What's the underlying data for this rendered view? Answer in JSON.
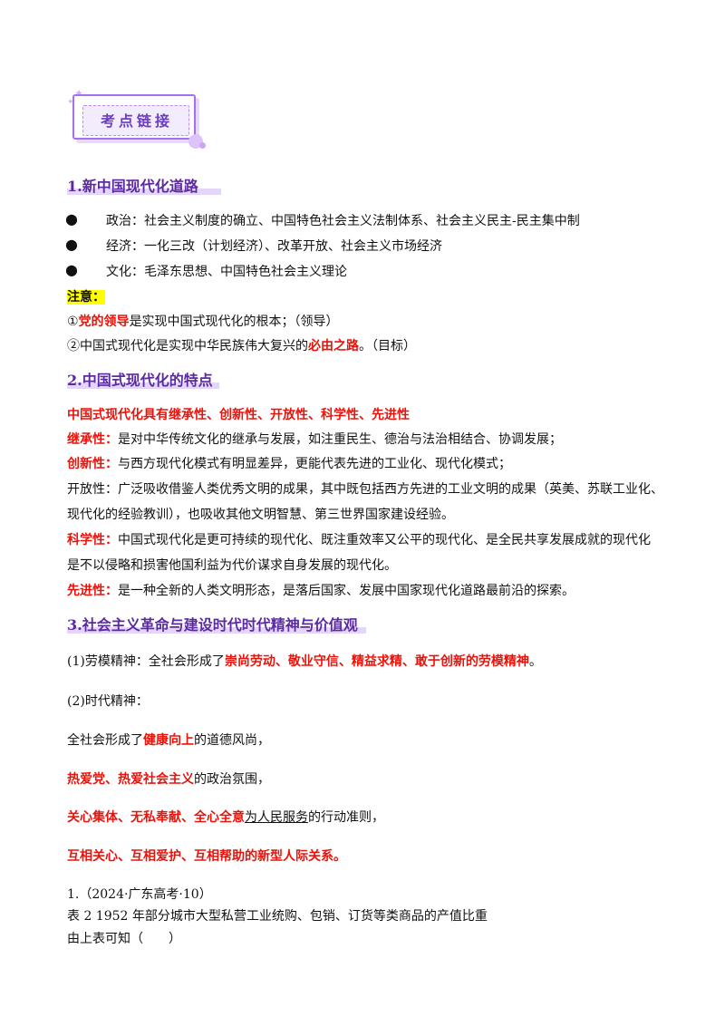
{
  "banner": {
    "title": "考点链接"
  },
  "section1": {
    "heading": "1.新中国现代化道路",
    "bullets": [
      "政治：社会主义制度的确立、中国特色社会主义法制体系、社会主义民主-民主集中制",
      "经济：一化三改（计划经济）、改革开放、社会主义市场经济",
      "文化：毛泽东思想、中国特色社会主义理论"
    ],
    "note_label": "注意：",
    "note1_pre": "①",
    "note1_red": "党的领导",
    "note1_post": "是实现中国式现代化的根本；（领导）",
    "note2_pre": "②中国式现代化是实现中华民族伟大复兴的",
    "note2_red": "必由之路",
    "note2_post": "。（目标）"
  },
  "section2": {
    "heading": "2.中国式现代化的特点",
    "summary": "中国式现代化具有继承性、创新性、开放性、科学性、先进性",
    "inherit_label": "继承性：",
    "inherit_text": "是对中华传统文化的继承与发展，如注重民生、德治与法治相结合、协调发展；",
    "innov_label": "创新性：",
    "innov_text": "与西方现代化模式有明显差异，更能代表先进的工业化、现代化模式；",
    "open_text1": "开放性：广泛吸收借鉴人类优秀文明的成果，其中既包括西方先进的工业文明的成果（英美、苏联工业化、",
    "open_text2": "现代化的经验教训），也吸收其他文明智慧、第三世界国家建设经验。",
    "sci_label": "科学性：",
    "sci_text1": "中国式现代化是更可持续的现代化、既注重效率又公平的现代化、是全民共享发展成就的现代化",
    "sci_text2": "是不以侵略和损害他国利益为代价谋求自身发展的现代化。",
    "adv_label": "先进性：",
    "adv_text": "是一种全新的人类文明形态，是落后国家、发展中国家现代化道路最前沿的探索。"
  },
  "section3": {
    "heading": "3.社会主义革命与建设时代时代精神与价值观",
    "labor_pre": "(1)劳模精神：全社会形成了",
    "labor_red": "崇尚劳动、敬业守信、精益求精、敢于创新的劳模精神",
    "labor_post": "。",
    "era_label": "(2)时代精神：",
    "era1_pre": "全社会形成了",
    "era1_red": "健康向上",
    "era1_post": "的道德风尚，",
    "era2_red": "热爱党、热爱社会主义",
    "era2_post": "的政治氛围，",
    "era3_red": "关心集体、无私奉献、全心全意",
    "era3_ul": "为人民服务",
    "era3_post": "的行动准则，",
    "era4_red": "互相关心、互相爱护、互相帮助的新型人际关系。"
  },
  "question": {
    "number": "1.（2024·广东高考·10）",
    "line1": "表 2 1952 年部分城市大型私营工业统购、包销、订货等类商品的产值比重",
    "line2": "由上表可知（　　）"
  }
}
